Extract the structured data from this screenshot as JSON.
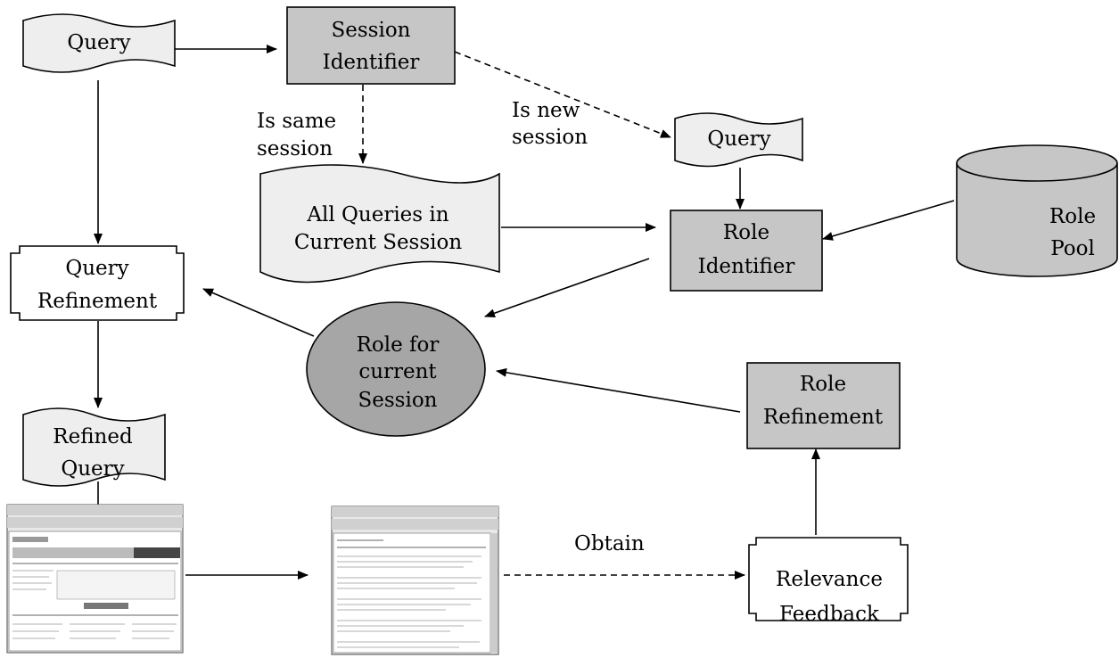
{
  "nodes": {
    "query_top": "Query",
    "session_identifier": [
      "Session",
      "Identifier"
    ],
    "query_new": "Query",
    "role_pool": [
      "Role",
      "Pool"
    ],
    "all_queries": [
      "All Queries in",
      "Current Session"
    ],
    "role_identifier": [
      "Role",
      "Identifier"
    ],
    "query_refinement": [
      "Query",
      "Refinement"
    ],
    "role_current": [
      "Role for",
      "current",
      "Session"
    ],
    "role_refinement": [
      "Role",
      "Refinement"
    ],
    "refined_query": [
      "Refined",
      "Query"
    ],
    "relevance_feedback": [
      "Relevance",
      "Feedback"
    ]
  },
  "edge_labels": {
    "same_session": [
      "Is same",
      "session"
    ],
    "new_session": [
      "Is new",
      "session"
    ],
    "obtain": "Obtain"
  }
}
